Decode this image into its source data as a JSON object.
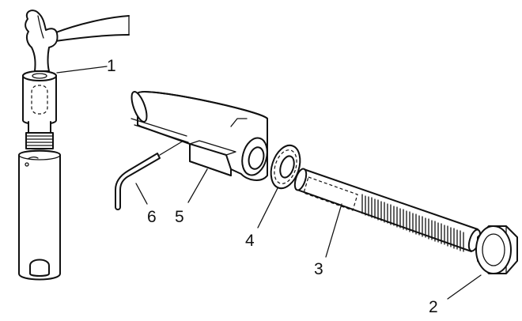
{
  "diagram": {
    "callouts": [
      {
        "id": "1",
        "label": "1"
      },
      {
        "id": "2",
        "label": "2"
      },
      {
        "id": "3",
        "label": "3"
      },
      {
        "id": "4",
        "label": "4"
      },
      {
        "id": "5",
        "label": "5"
      },
      {
        "id": "6",
        "label": "6"
      }
    ],
    "parts": [
      {
        "callout": "1",
        "icon": "hammer-and-drift-tool"
      },
      {
        "callout": "2",
        "icon": "hex-nut"
      },
      {
        "callout": "3",
        "icon": "threaded-rod"
      },
      {
        "callout": "4",
        "icon": "thrust-washer"
      },
      {
        "callout": "5",
        "icon": "slotted-sleeve-tool"
      },
      {
        "callout": "6",
        "icon": "hex-key"
      }
    ]
  }
}
